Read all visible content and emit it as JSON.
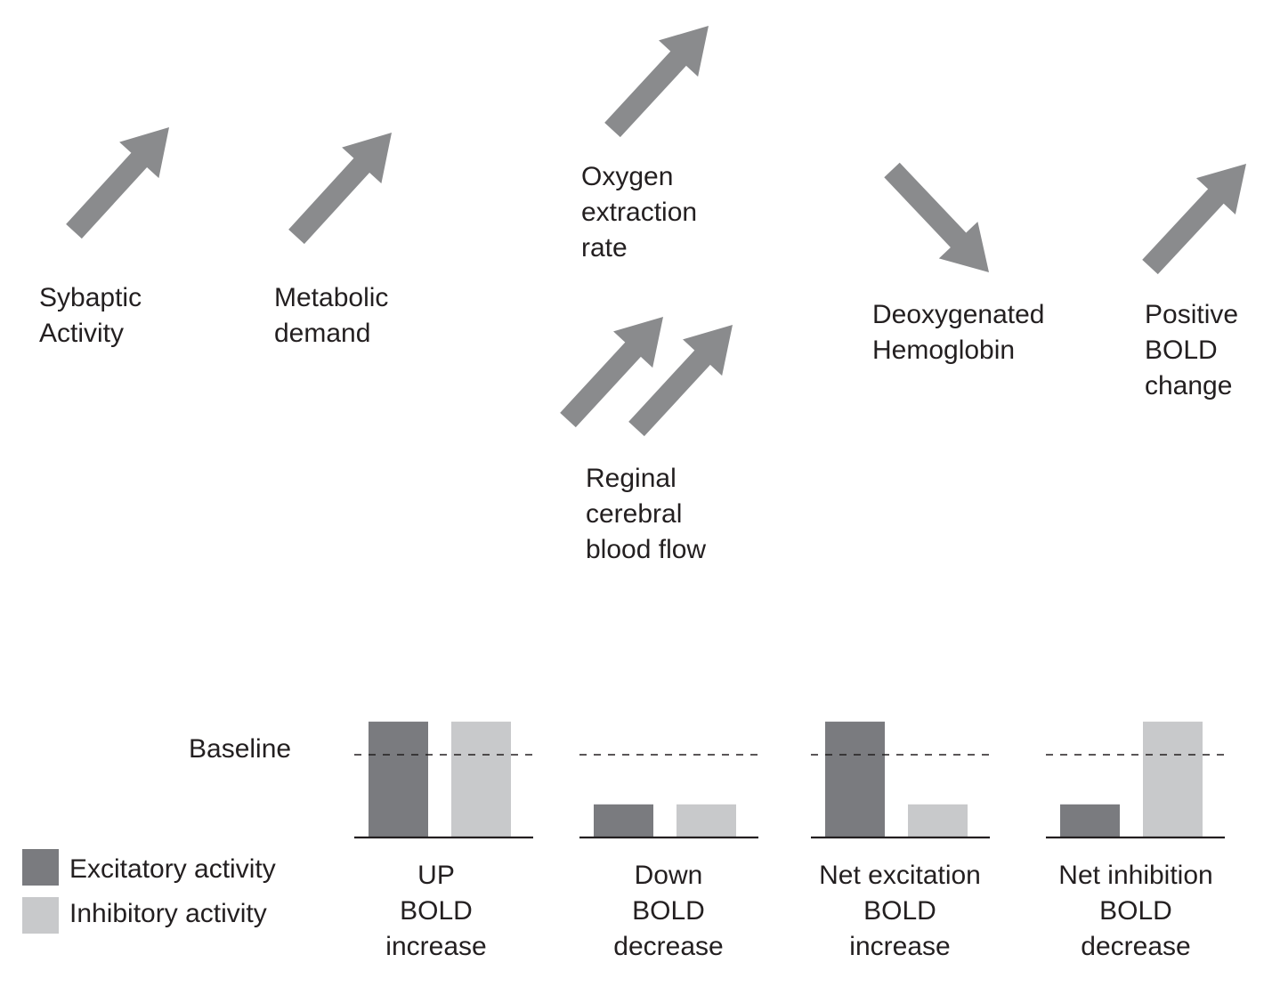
{
  "flow": {
    "synaptic": {
      "label": "Sybaptic\nActivity",
      "direction": "up"
    },
    "metabolic": {
      "label": "Metabolic\ndemand",
      "direction": "up"
    },
    "oxygen": {
      "label": "Oxygen\nextraction\nrate",
      "direction": "up"
    },
    "rcbf": {
      "label": "Reginal\ncerebral\nblood flow",
      "direction": "up-double"
    },
    "deoxy": {
      "label": "Deoxygenated\nHemoglobin",
      "direction": "down"
    },
    "bold": {
      "label": "Positive\nBOLD\nchange",
      "direction": "up"
    }
  },
  "colors": {
    "arrow": "#8a8b8d",
    "excitatory": "#7a7b7f",
    "inhibitory": "#c8c9cb",
    "text": "#231f20"
  },
  "baseline_label": "Baseline",
  "legend": {
    "excitatory": "Excitatory activity",
    "inhibitory": "Inhibitory activity"
  },
  "chart_data": {
    "type": "bar",
    "series": [
      {
        "name": "Excitatory activity",
        "values": [
          1.4,
          0.4,
          1.4,
          0.4
        ]
      },
      {
        "name": "Inhibitory activity",
        "values": [
          1.4,
          0.4,
          0.4,
          1.4
        ]
      }
    ],
    "categories": [
      "UP\nBOLD\nincrease",
      "Down\nBOLD\ndecrease",
      "Net excitation\nBOLD\nincrease",
      "Net inhibition\nBOLD\ndecrease"
    ],
    "baseline": 1.0
  }
}
